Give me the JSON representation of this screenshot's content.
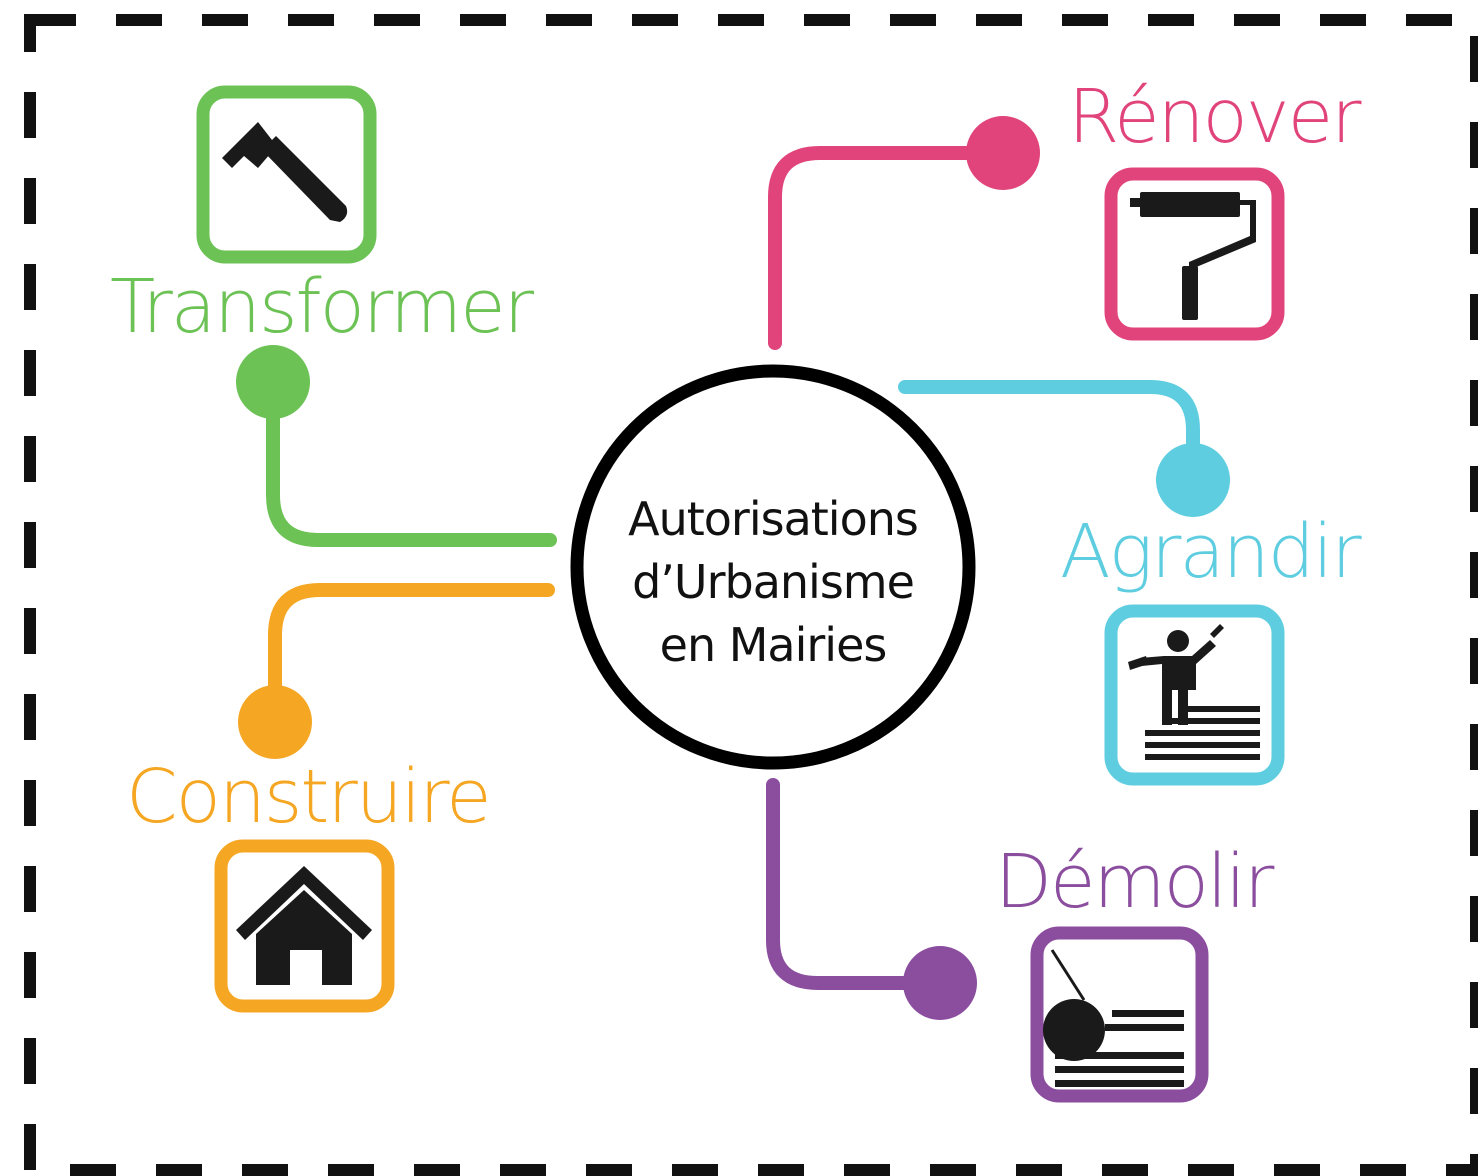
{
  "center": {
    "lines": [
      "Autorisations",
      "d’Urbanisme",
      "en Mairies"
    ]
  },
  "branches": {
    "transformer": {
      "label": "Transformer",
      "color": "#6cc254",
      "icon": "hammer-icon"
    },
    "construire": {
      "label": "Construire",
      "color": "#f5a623",
      "icon": "house-icon"
    },
    "renover": {
      "label": "Rénover",
      "color": "#e0447a",
      "icon": "paint-roller-icon"
    },
    "agrandir": {
      "label": "Agrandir",
      "color": "#5ecde0",
      "icon": "bricklayer-icon"
    },
    "demolir": {
      "label": "Démolir",
      "color": "#8b4e9e",
      "icon": "wrecking-ball-icon"
    }
  },
  "colors": {
    "border": "#111111",
    "center_ring": "#000000",
    "icon_fill": "#1a1a1a"
  }
}
